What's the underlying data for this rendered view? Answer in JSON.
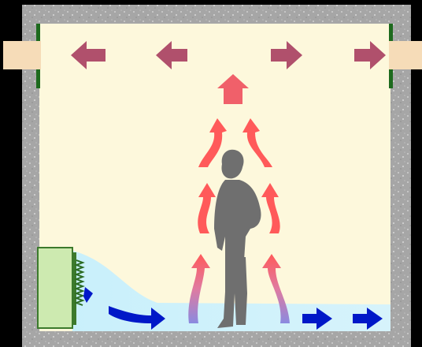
{
  "diagram": {
    "type": "displacement-ventilation-airflow",
    "components": [
      {
        "name": "room-wall",
        "color": "#a8a8a8"
      },
      {
        "name": "room-air",
        "color": "#fdf8dc"
      },
      {
        "name": "ceiling-exhaust-duct-left",
        "color": "#f6dcb8"
      },
      {
        "name": "ceiling-exhaust-duct-right",
        "color": "#f6dcb8"
      },
      {
        "name": "supply-air-diffuser",
        "color": "#cdeab0"
      },
      {
        "name": "cool-air-layer",
        "color": "#c9f0fb"
      },
      {
        "name": "standing-person",
        "color": "#6f6f6f"
      }
    ],
    "flows": {
      "supply": {
        "color": "#0018c8",
        "direction": "right"
      },
      "rising_warm_air": {
        "color": "#ff5050",
        "direction": "up"
      },
      "exhaust": {
        "color": "#b0506c",
        "direction": "outward"
      }
    }
  }
}
